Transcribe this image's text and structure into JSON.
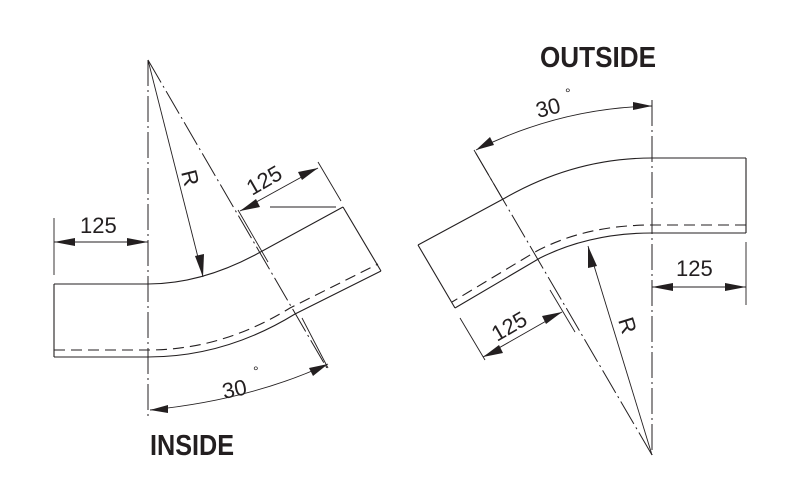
{
  "diagram": {
    "inside": {
      "title": "INSIDE",
      "straight_length": "125",
      "arc_length": "125",
      "radius_label": "R",
      "angle": "30",
      "degree_symbol": "°"
    },
    "outside": {
      "title": "OUTSIDE",
      "straight_length": "125",
      "arc_length": "125",
      "radius_label": "R",
      "angle": "30",
      "degree_symbol": "°"
    },
    "colors": {
      "line": "#231f20",
      "background": "#ffffff"
    }
  }
}
